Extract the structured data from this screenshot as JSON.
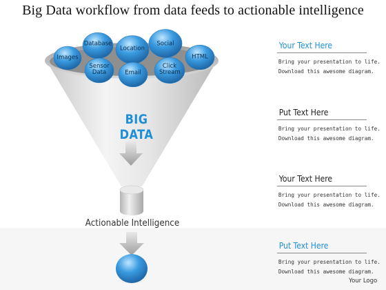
{
  "title": "Big Data workflow from data feeds to actionable intelligence",
  "bubbles": [
    {
      "label": "Images"
    },
    {
      "label": "Database"
    },
    {
      "label": "Location"
    },
    {
      "label": "Social"
    },
    {
      "label": "HTML"
    },
    {
      "label": "Sensor Data"
    },
    {
      "label": "Email"
    },
    {
      "label": "Click Stream"
    }
  ],
  "funnel_label": "BIG DATA",
  "output_label": "Actionable Intelligence",
  "panels": [
    {
      "heading": "Your Text Here",
      "line1": "Bring your presentation to life.",
      "line2": "Download this awesome diagram.",
      "accent": "#1e8fd6"
    },
    {
      "heading": "Put Text Here",
      "line1": "Bring your presentation to life.",
      "line2": "Download this awesome diagram.",
      "accent": "#222222"
    },
    {
      "heading": "Your Text Here",
      "line1": "Bring your presentation to life.",
      "line2": "Download this awesome diagram.",
      "accent": "#222222"
    },
    {
      "heading": "Put Text Here",
      "line1": "Bring your presentation to life.",
      "line2": "Download this awesome diagram.",
      "accent": "#1e8fd6"
    }
  ],
  "logo": "Your Logo",
  "colors": {
    "bubble": "#3a9be0",
    "bubble_dark": "#1b6fb5",
    "accent": "#1e8fd6"
  }
}
